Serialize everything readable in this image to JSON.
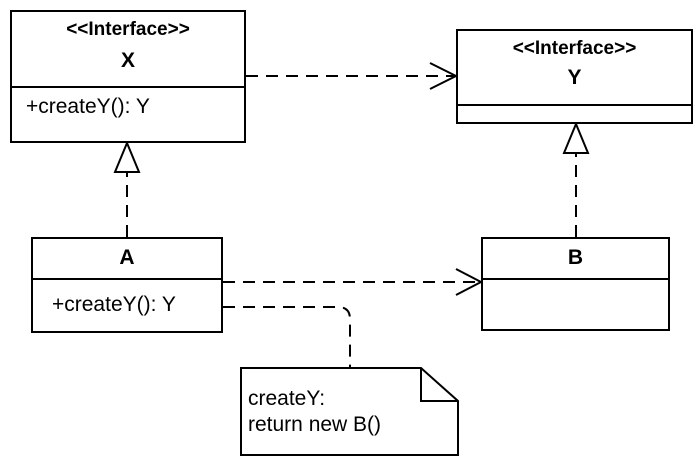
{
  "diagram": {
    "classes": [
      {
        "id": "X",
        "stereotype": "<<Interface>>",
        "name": "X",
        "operations": [
          "+createY(): Y"
        ]
      },
      {
        "id": "Y",
        "stereotype": "<<Interface>>",
        "name": "Y",
        "operations": []
      },
      {
        "id": "A",
        "name": "A",
        "operations": [
          "+createY(): Y"
        ]
      },
      {
        "id": "B",
        "name": "B",
        "operations": []
      }
    ],
    "note": {
      "lines": [
        "createY:",
        "return new B()"
      ]
    },
    "relations": [
      {
        "from": "X",
        "to": "Y",
        "type": "dependency"
      },
      {
        "from": "A",
        "to": "X",
        "type": "realization"
      },
      {
        "from": "B",
        "to": "Y",
        "type": "realization"
      },
      {
        "from": "A",
        "to": "B",
        "type": "dependency"
      },
      {
        "from": "A.createY",
        "to": "note",
        "type": "note-anchor"
      }
    ]
  }
}
